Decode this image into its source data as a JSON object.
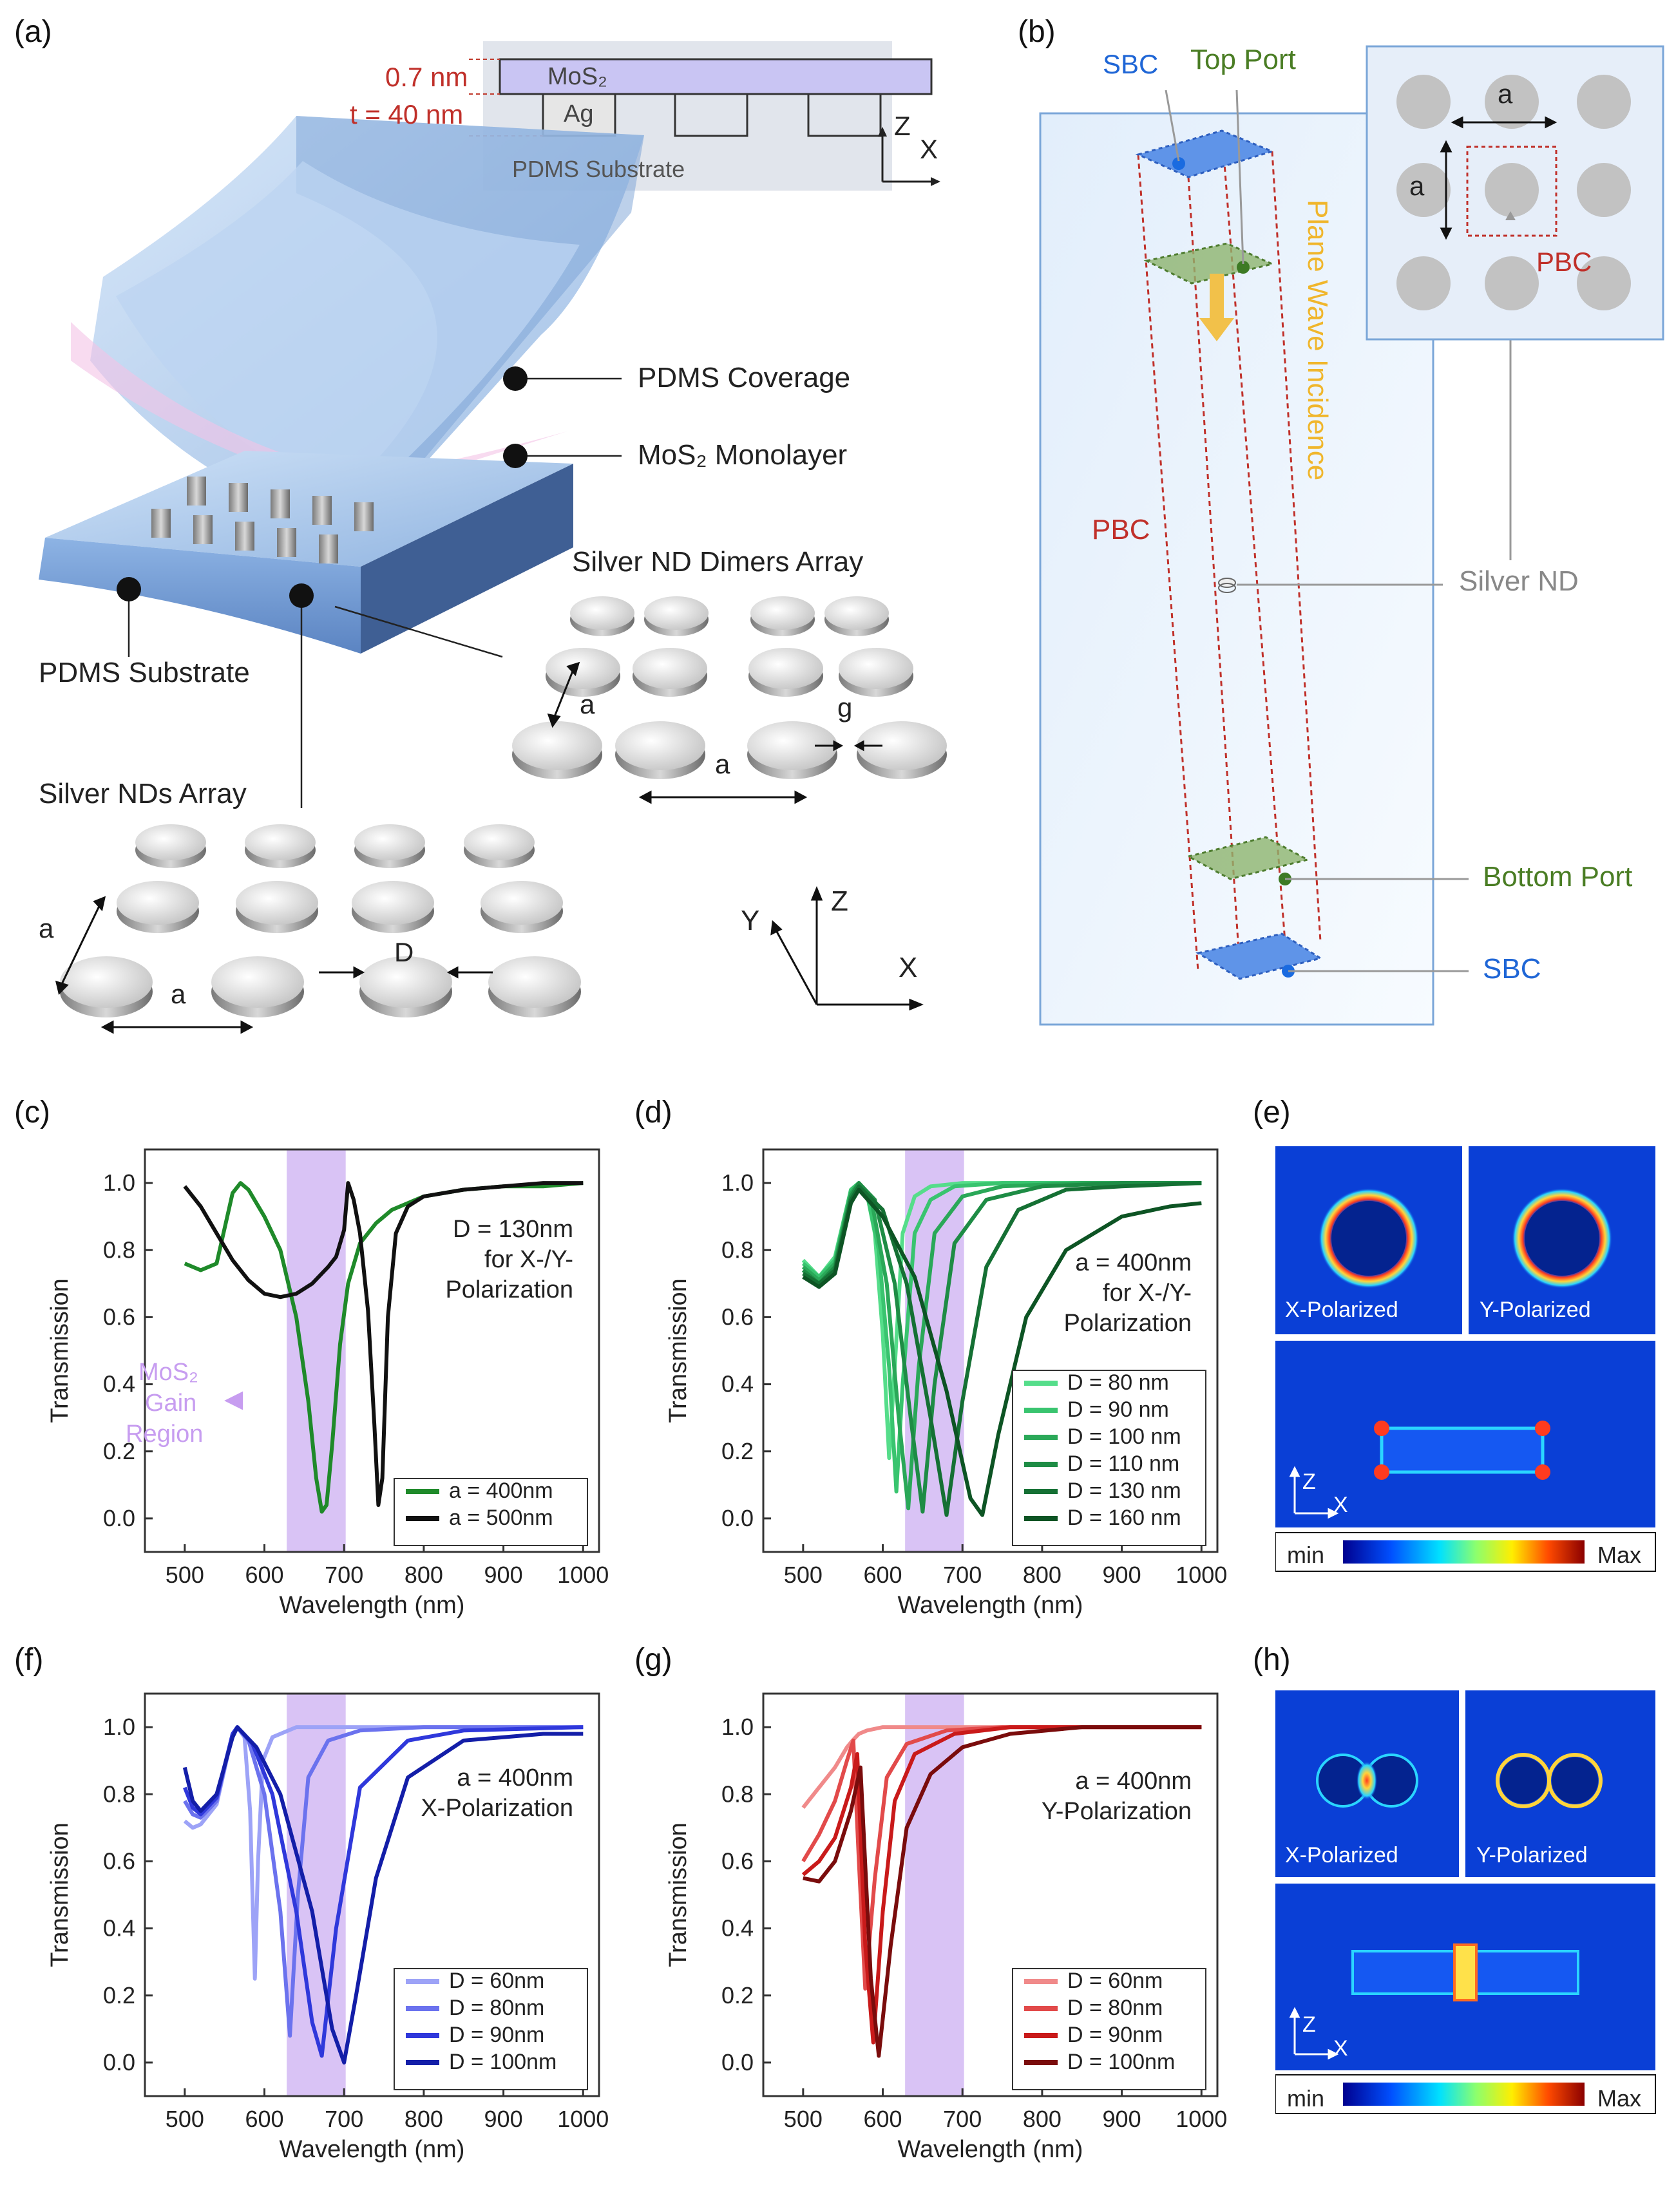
{
  "panels": {
    "a": {
      "label": "(a)",
      "thickness_mos2": "0.7 nm",
      "thickness_ag": "t = 40 nm",
      "cross_mos2": "MoS₂",
      "cross_ag": "Ag",
      "cross_substrate": "PDMS Substrate",
      "axis_z": "Z",
      "axis_x": "X",
      "axis_y": "Y",
      "callout_coverage": "PDMS Coverage",
      "callout_monolayer": "MoS₂ Monolayer",
      "callout_substrate": "PDMS Substrate",
      "dimers_title": "Silver ND Dimers Array",
      "nds_title": "Silver NDs Array",
      "sym_a": "a",
      "sym_g": "g",
      "sym_D": "D"
    },
    "b": {
      "label": "(b)",
      "sbc_top": "SBC",
      "top_port": "Top Port",
      "plane_wave": "Plane Wave Incidence",
      "pbc": "PBC",
      "pbc_inset": "PBC",
      "silver_nd": "Silver ND",
      "bottom_port": "Bottom Port",
      "sbc_bottom": "SBC",
      "sym_a": "a"
    },
    "c": {
      "label": "(c)",
      "annotation": [
        "D = 130nm",
        "for X-/Y-",
        "Polarization"
      ],
      "gain": [
        "MoS₂",
        "Gain",
        "Region"
      ]
    },
    "d": {
      "label": "(d)",
      "annotation": [
        "a = 400nm",
        "for X-/Y-",
        "Polarization"
      ]
    },
    "e": {
      "label": "(e)",
      "x_pol": "X-Polarized",
      "y_pol": "Y-Polarized",
      "axis_z": "Z",
      "axis_x": "X",
      "cb_min": "min",
      "cb_max": "Max"
    },
    "f": {
      "label": "(f)",
      "annotation": [
        "a = 400nm",
        "X-Polarization"
      ]
    },
    "g": {
      "label": "(g)",
      "annotation": [
        "a = 400nm",
        "Y-Polarization"
      ]
    },
    "h": {
      "label": "(h)",
      "x_pol": "X-Polarized",
      "y_pol": "Y-Polarized",
      "axis_z": "Z",
      "axis_x": "X",
      "cb_min": "min",
      "cb_max": "Max"
    }
  },
  "colors": {
    "gain_region": "#d9c3f5",
    "field_bg": "#0a3fd6",
    "pdms": "#a9c8ec"
  },
  "chart_data": [
    {
      "id": "c",
      "type": "line",
      "xlabel": "Wavelength (nm)",
      "ylabel": "Transmission",
      "xlim": [
        450,
        1020
      ],
      "ylim": [
        -0.1,
        1.1
      ],
      "xticks": [
        500,
        600,
        700,
        800,
        900,
        1000
      ],
      "yticks": [
        0.0,
        0.2,
        0.4,
        0.6,
        0.8,
        1.0
      ],
      "shade": [
        628,
        702
      ],
      "legend": "bottom-right",
      "series": [
        {
          "name": "a = 400nm",
          "color": "#1f8a2a",
          "x": [
            500,
            520,
            540,
            560,
            570,
            580,
            600,
            620,
            640,
            655,
            665,
            672,
            678,
            685,
            695,
            705,
            720,
            740,
            760,
            800,
            850,
            900,
            950,
            1000
          ],
          "y": [
            0.76,
            0.74,
            0.76,
            0.97,
            1.0,
            0.98,
            0.9,
            0.8,
            0.6,
            0.35,
            0.12,
            0.02,
            0.04,
            0.22,
            0.52,
            0.7,
            0.82,
            0.88,
            0.92,
            0.96,
            0.98,
            0.99,
            0.99,
            1.0
          ]
        },
        {
          "name": "a = 500nm",
          "color": "#111111",
          "x": [
            500,
            520,
            540,
            560,
            580,
            600,
            620,
            640,
            660,
            680,
            690,
            700,
            705,
            712,
            720,
            730,
            738,
            743,
            748,
            755,
            765,
            780,
            800,
            850,
            900,
            950,
            1000
          ],
          "y": [
            0.99,
            0.93,
            0.85,
            0.77,
            0.71,
            0.67,
            0.66,
            0.67,
            0.7,
            0.75,
            0.78,
            0.86,
            1.0,
            0.95,
            0.85,
            0.62,
            0.28,
            0.04,
            0.12,
            0.6,
            0.85,
            0.93,
            0.96,
            0.98,
            0.99,
            1.0,
            1.0
          ]
        }
      ]
    },
    {
      "id": "d",
      "type": "line",
      "xlabel": "Wavelength (nm)",
      "ylabel": "Transmission",
      "xlim": [
        450,
        1020
      ],
      "ylim": [
        -0.1,
        1.1
      ],
      "xticks": [
        500,
        600,
        700,
        800,
        900,
        1000
      ],
      "yticks": [
        0.0,
        0.2,
        0.4,
        0.6,
        0.8,
        1.0
      ],
      "shade": [
        628,
        702
      ],
      "legend": "bottom-right",
      "series": [
        {
          "name": "D = 80 nm",
          "color": "#55dd8a",
          "x": [
            500,
            520,
            540,
            560,
            570,
            580,
            590,
            600,
            608,
            615,
            625,
            640,
            660,
            700,
            800,
            1000
          ],
          "y": [
            0.77,
            0.72,
            0.78,
            0.98,
            1.0,
            0.97,
            0.85,
            0.55,
            0.18,
            0.45,
            0.85,
            0.96,
            0.99,
            1.0,
            1.0,
            1.0
          ]
        },
        {
          "name": "D = 90 nm",
          "color": "#39c46f",
          "x": [
            500,
            520,
            540,
            560,
            570,
            580,
            595,
            608,
            617,
            625,
            640,
            660,
            690,
            750,
            850,
            1000
          ],
          "y": [
            0.76,
            0.72,
            0.77,
            0.98,
            1.0,
            0.97,
            0.8,
            0.45,
            0.08,
            0.4,
            0.85,
            0.95,
            0.99,
            1.0,
            1.0,
            1.0
          ]
        },
        {
          "name": "D = 100 nm",
          "color": "#2aa858",
          "x": [
            500,
            520,
            540,
            560,
            570,
            585,
            605,
            620,
            632,
            645,
            665,
            700,
            750,
            850,
            1000
          ],
          "y": [
            0.75,
            0.71,
            0.76,
            0.97,
            1.0,
            0.96,
            0.7,
            0.3,
            0.03,
            0.45,
            0.85,
            0.96,
            0.99,
            1.0,
            1.0
          ]
        },
        {
          "name": "D = 110 nm",
          "color": "#1e8c45",
          "x": [
            500,
            520,
            540,
            560,
            570,
            590,
            615,
            635,
            650,
            665,
            690,
            730,
            800,
            900,
            1000
          ],
          "y": [
            0.74,
            0.7,
            0.75,
            0.96,
            1.0,
            0.95,
            0.7,
            0.3,
            0.02,
            0.4,
            0.82,
            0.95,
            0.99,
            1.0,
            1.0
          ]
        },
        {
          "name": "D = 130 nm",
          "color": "#157034",
          "x": [
            500,
            520,
            540,
            560,
            570,
            600,
            630,
            660,
            680,
            700,
            730,
            770,
            830,
            900,
            1000
          ],
          "y": [
            0.73,
            0.7,
            0.74,
            0.95,
            0.99,
            0.92,
            0.7,
            0.3,
            0.01,
            0.35,
            0.75,
            0.92,
            0.98,
            0.99,
            1.0
          ]
        },
        {
          "name": "D = 160 nm",
          "color": "#0d5424",
          "x": [
            500,
            520,
            540,
            560,
            570,
            600,
            640,
            680,
            710,
            725,
            745,
            780,
            830,
            900,
            960,
            1000
          ],
          "y": [
            0.72,
            0.69,
            0.73,
            0.94,
            0.98,
            0.9,
            0.72,
            0.38,
            0.06,
            0.01,
            0.25,
            0.6,
            0.8,
            0.9,
            0.93,
            0.94
          ]
        }
      ]
    },
    {
      "id": "f",
      "type": "line",
      "xlabel": "Wavelength (nm)",
      "ylabel": "Transmission",
      "xlim": [
        450,
        1020
      ],
      "ylim": [
        -0.1,
        1.1
      ],
      "xticks": [
        500,
        600,
        700,
        800,
        900,
        1000
      ],
      "yticks": [
        0.0,
        0.2,
        0.4,
        0.6,
        0.8,
        1.0
      ],
      "shade": [
        628,
        702
      ],
      "legend": "bottom-right",
      "series": [
        {
          "name": "D = 60nm",
          "color": "#9da3f7",
          "x": [
            500,
            510,
            520,
            540,
            560,
            566,
            575,
            582,
            588,
            592,
            598,
            610,
            640,
            700,
            800,
            1000
          ],
          "y": [
            0.72,
            0.7,
            0.71,
            0.77,
            0.98,
            1.0,
            0.97,
            0.75,
            0.25,
            0.6,
            0.9,
            0.97,
            1.0,
            1.0,
            1.0,
            1.0
          ]
        },
        {
          "name": "D = 80nm",
          "color": "#6b72ee",
          "x": [
            500,
            510,
            520,
            540,
            560,
            566,
            580,
            600,
            620,
            632,
            642,
            655,
            680,
            720,
            800,
            1000
          ],
          "y": [
            0.78,
            0.74,
            0.73,
            0.78,
            0.98,
            1.0,
            0.96,
            0.8,
            0.45,
            0.08,
            0.5,
            0.85,
            0.96,
            0.99,
            1.0,
            1.0
          ]
        },
        {
          "name": "D = 90nm",
          "color": "#2f38db",
          "x": [
            500,
            510,
            520,
            540,
            560,
            566,
            585,
            610,
            640,
            660,
            672,
            690,
            720,
            780,
            850,
            1000
          ],
          "y": [
            0.82,
            0.76,
            0.74,
            0.79,
            0.98,
            1.0,
            0.95,
            0.8,
            0.45,
            0.12,
            0.02,
            0.4,
            0.82,
            0.96,
            0.99,
            1.0
          ]
        },
        {
          "name": "D = 100nm",
          "color": "#131ea8",
          "x": [
            500,
            510,
            520,
            540,
            560,
            566,
            590,
            620,
            660,
            685,
            700,
            715,
            740,
            780,
            850,
            950,
            1000
          ],
          "y": [
            0.88,
            0.78,
            0.75,
            0.8,
            0.97,
            1.0,
            0.94,
            0.8,
            0.45,
            0.1,
            0.0,
            0.2,
            0.55,
            0.85,
            0.96,
            0.98,
            0.98
          ]
        }
      ]
    },
    {
      "id": "g",
      "type": "line",
      "xlabel": "Wavelength (nm)",
      "ylabel": "Transmission",
      "xlim": [
        450,
        1020
      ],
      "ylim": [
        -0.1,
        1.1
      ],
      "xticks": [
        500,
        600,
        700,
        800,
        900,
        1000
      ],
      "yticks": [
        0.0,
        0.2,
        0.4,
        0.6,
        0.8,
        1.0
      ],
      "shade": [
        628,
        702
      ],
      "legend": "bottom-right",
      "series": [
        {
          "name": "D = 60nm",
          "color": "#f08a8a",
          "x": [
            500,
            520,
            540,
            555,
            562,
            570,
            580,
            600,
            640,
            700,
            800,
            1000
          ],
          "y": [
            0.76,
            0.82,
            0.88,
            0.94,
            0.96,
            0.98,
            0.99,
            1.0,
            1.0,
            1.0,
            1.0,
            1.0
          ]
        },
        {
          "name": "D = 80nm",
          "color": "#e24a4a",
          "x": [
            500,
            520,
            540,
            555,
            563,
            570,
            578,
            590,
            605,
            630,
            680,
            750,
            850,
            1000
          ],
          "y": [
            0.6,
            0.68,
            0.78,
            0.9,
            0.96,
            0.6,
            0.22,
            0.55,
            0.85,
            0.95,
            0.99,
            1.0,
            1.0,
            1.0
          ]
        },
        {
          "name": "D = 90nm",
          "color": "#c91a1a",
          "x": [
            500,
            520,
            540,
            560,
            568,
            578,
            588,
            600,
            615,
            640,
            690,
            760,
            850,
            1000
          ],
          "y": [
            0.56,
            0.6,
            0.67,
            0.82,
            0.92,
            0.35,
            0.06,
            0.45,
            0.78,
            0.92,
            0.98,
            1.0,
            1.0,
            1.0
          ]
        },
        {
          "name": "D = 100nm",
          "color": "#7a0c0c",
          "x": [
            500,
            520,
            540,
            560,
            572,
            585,
            595,
            610,
            630,
            660,
            700,
            760,
            850,
            1000
          ],
          "y": [
            0.55,
            0.54,
            0.6,
            0.75,
            0.88,
            0.25,
            0.02,
            0.35,
            0.7,
            0.86,
            0.94,
            0.98,
            1.0,
            1.0
          ]
        }
      ]
    }
  ]
}
